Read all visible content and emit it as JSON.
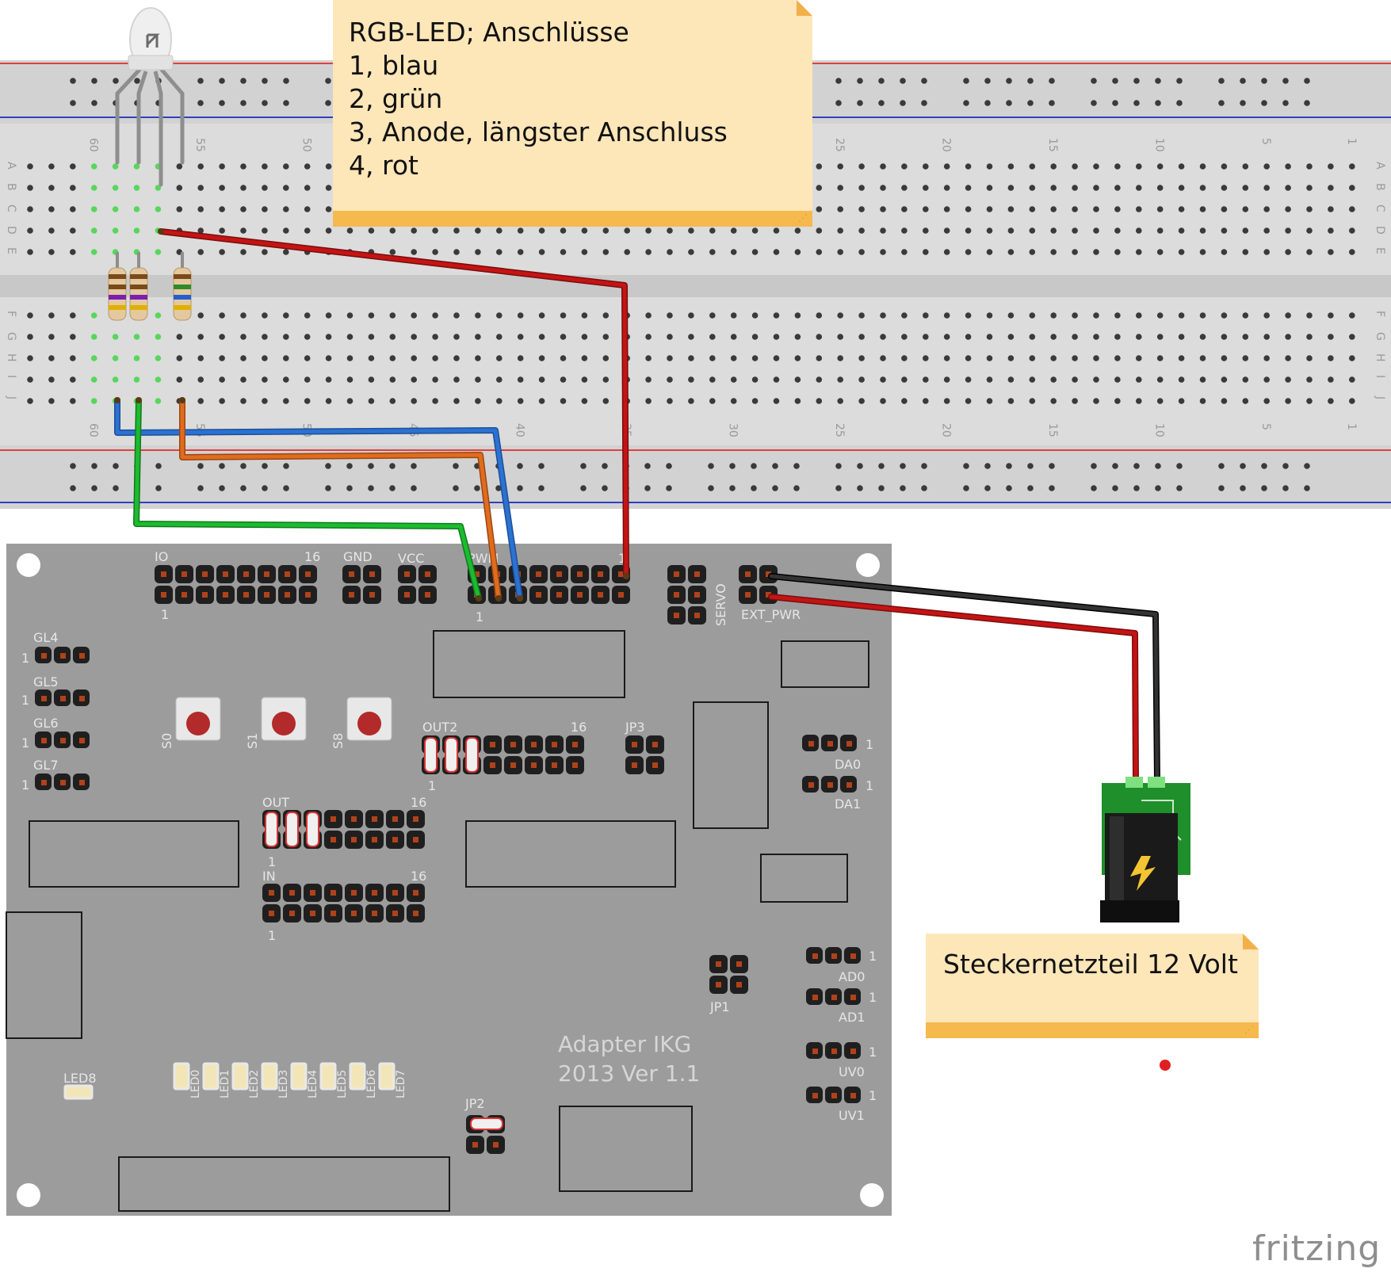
{
  "note_led": {
    "lines": [
      "RGB-LED; Anschlüsse",
      "1, blau",
      "2, grün",
      "3, Anode, längster Anschluss",
      "4, rot"
    ]
  },
  "note_power": {
    "text": "Steckernetzteil 12 Volt"
  },
  "breadboard": {
    "row_letters_top": [
      "A",
      "B",
      "C",
      "D",
      "E"
    ],
    "row_letters_bottom": [
      "F",
      "G",
      "H",
      "I",
      "J"
    ],
    "column_numbers": [
      "60",
      "55",
      "50",
      "45",
      "40",
      "35",
      "30",
      "25",
      "20",
      "15",
      "10",
      "5",
      "1"
    ]
  },
  "board": {
    "title_line1": "Adapter IKG",
    "title_line2": "2013 Ver 1.1",
    "labels": {
      "io": "IO",
      "io_16": "16",
      "io_1": "1",
      "gnd": "GND",
      "vcc": "VCC",
      "pwm": "PWM",
      "pwm_1": "1",
      "pwm_1b": "1",
      "servo": "SERVO",
      "ext_pwr": "EXT_PWR",
      "gl4": "GL4",
      "gl5": "GL5",
      "gl6": "GL6",
      "gl7": "GL7",
      "one": "1",
      "s0": "S0",
      "s1": "S1",
      "s8": "S8",
      "out2": "OUT2",
      "out2_16": "16",
      "out2_1": "1",
      "jp3": "JP3",
      "jp1": "JP1",
      "jp2": "JP2",
      "out": "OUT",
      "out_16": "16",
      "out_1": "1",
      "in": "IN",
      "in_16": "16",
      "in_1": "1",
      "da0": "DA0",
      "da1": "DA1",
      "ad0": "AD0",
      "ad1": "AD1",
      "uv0": "UV0",
      "uv1": "UV1",
      "led8": "LED8",
      "leds": [
        "LED0",
        "LED1",
        "LED2",
        "LED3",
        "LED4",
        "LED5",
        "LED6",
        "LED7"
      ]
    }
  },
  "wire_colors": {
    "blue": "#2b6cc8",
    "green": "#18b02a",
    "orange": "#d9661a",
    "red": "#c11313",
    "black": "#222222"
  },
  "logo": "fritzing"
}
